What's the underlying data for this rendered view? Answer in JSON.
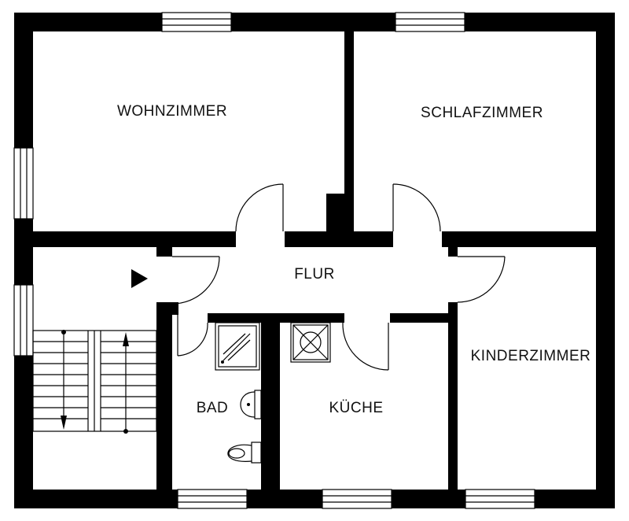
{
  "rooms": {
    "wohnzimmer": "WOHNZIMMER",
    "schlafzimmer": "SCHLAFZIMMER",
    "flur": "FLUR",
    "bad": "BAD",
    "kueche": "KÜCHE",
    "kinderzimmer": "KINDERZIMMER"
  },
  "colors": {
    "wall": "#000000",
    "background": "#ffffff"
  }
}
